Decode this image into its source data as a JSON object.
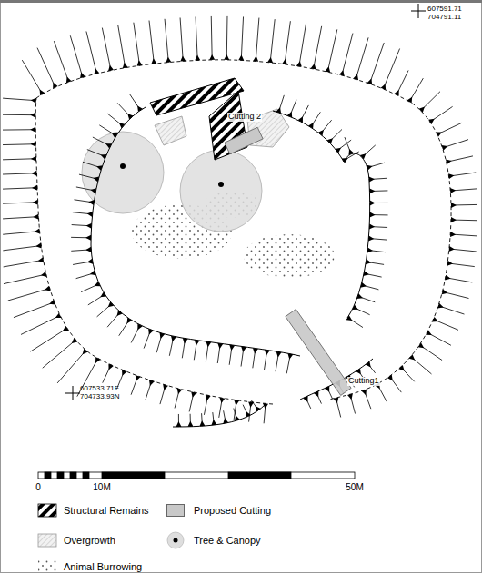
{
  "diagram": {
    "labels": [
      "607591.71",
      "704791.11",
      "Cutting 2",
      "607533.71E",
      "704733.93N",
      "Cutting1",
      "0",
      "10M",
      "50M"
    ],
    "legend": [
      {
        "text": "Structural Remains"
      },
      {
        "text": "Proposed Cutting",
        "color": "#c8c8c8"
      },
      {
        "text": "Overgrowth"
      },
      {
        "text": "Tree & Canopy"
      },
      {
        "text": "Animal Burrowing"
      }
    ]
  }
}
